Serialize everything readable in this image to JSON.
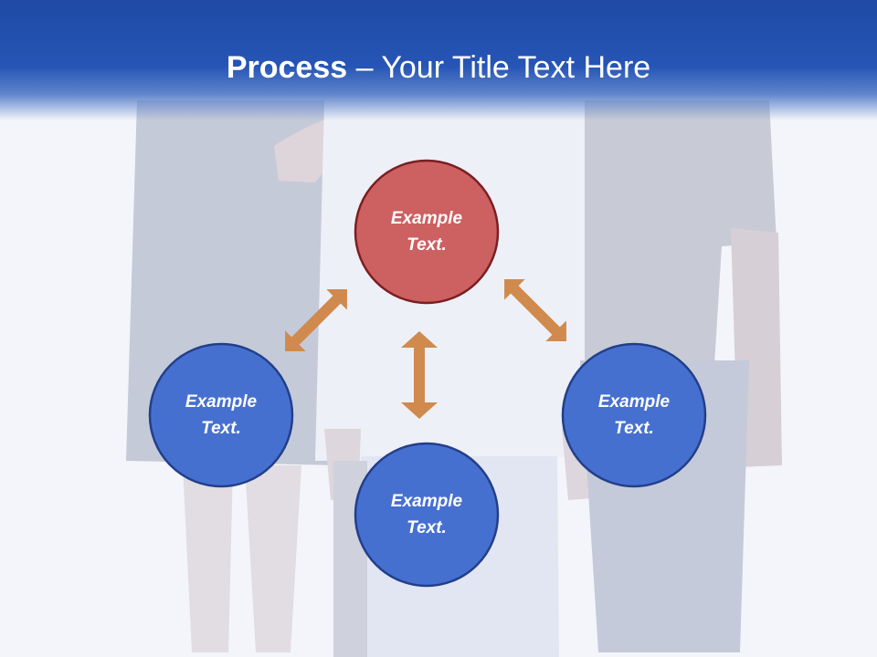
{
  "slide": {
    "title_bold": "Process",
    "title_rest": " – Your Title Text Here"
  },
  "diagram": {
    "nodes": [
      {
        "id": "top",
        "label_line1": "Example",
        "label_line2": "Text.",
        "color": "#cd6060"
      },
      {
        "id": "left",
        "label_line1": "Example",
        "label_line2": "Text.",
        "color": "#4670d0"
      },
      {
        "id": "right",
        "label_line1": "Example",
        "label_line2": "Text.",
        "color": "#4670d0"
      },
      {
        "id": "bottom",
        "label_line1": "Example",
        "label_line2": "Text.",
        "color": "#4670d0"
      }
    ],
    "arrow_color": "#d08a4e"
  },
  "colors": {
    "title_bar": "#2655b5",
    "node_red_border": "#7a1f23",
    "node_blue_border": "#223f8a"
  }
}
